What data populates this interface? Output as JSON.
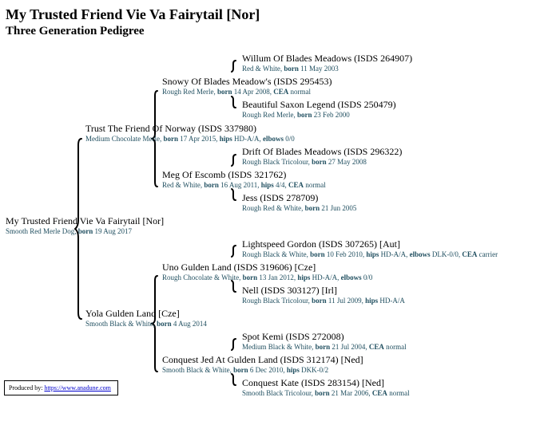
{
  "page": {
    "title": "My Trusted Friend Vie Va Fairytail [Nor]",
    "subtitle": "Three Generation Pedigree"
  },
  "labels": {
    "born": "born",
    "hips": "hips",
    "elbows": "elbows",
    "cea": "CEA"
  },
  "dogs": {
    "subject": {
      "name": "My Trusted Friend Vie Va Fairytail [Nor]",
      "desc": "Smooth Red Merle Dog,",
      "born": "19 Aug 2017"
    },
    "sire": {
      "name": "Trust The Friend Of Norway (ISDS 337980)",
      "desc": "Medium Chocolate Merle,",
      "born": "17 Apr 2015,",
      "hips": "HD-A/A,",
      "elbows": "0/0"
    },
    "sire_sire": {
      "name": "Snowy Of Blades Meadow's (ISDS 295453)",
      "desc": "Rough Red Merle,",
      "born": "14 Apr 2008,",
      "cea": "normal"
    },
    "sss": {
      "name": "Willum Of Blades Meadows (ISDS 264907)",
      "desc": "Red & White,",
      "born": "11 May 2003"
    },
    "ssd": {
      "name": "Beautiful Saxon Legend (ISDS 250479)",
      "desc": "Rough Red Merle,",
      "born": "23 Feb 2000"
    },
    "sire_dam": {
      "name": "Meg Of Escomb (ISDS 321762)",
      "desc": "Red & White,",
      "born": "16 Aug 2011,",
      "hips": "4/4,",
      "cea": "normal"
    },
    "sds": {
      "name": "Drift Of Blades Meadows (ISDS 296322)",
      "desc": "Rough Black Tricolour,",
      "born": "27 May 2008"
    },
    "sdd": {
      "name": "Jess (ISDS 278709)",
      "desc": "Rough Red & White,",
      "born": "21 Jun 2005"
    },
    "dam": {
      "name": "Yola Gulden Land [Cze]",
      "desc": "Smooth Black & White,",
      "born": "4 Aug 2014"
    },
    "dam_sire": {
      "name": "Uno Gulden Land (ISDS 319606) [Cze]",
      "desc": "Rough Chocolate & White,",
      "born": "13 Jan 2012,",
      "hips": "HD-A/A,",
      "elbows": "0/0"
    },
    "dss": {
      "name": "Lightspeed Gordon (ISDS 307265) [Aut]",
      "desc": "Rough Black & White,",
      "born": "10 Feb 2010,",
      "hips": "HD-A/A,",
      "elbows": "DLK-0/0,",
      "cea": "carrier"
    },
    "dsd": {
      "name": "Nell (ISDS 303127) [Irl]",
      "desc": "Rough Black Tricolour,",
      "born": "11 Jul 2009,",
      "hips": "HD-A/A"
    },
    "dam_dam": {
      "name": "Conquest Jed At Gulden Land (ISDS 312174) [Ned]",
      "desc": "Smooth Black & White,",
      "born": "6 Dec 2010,",
      "hips": "DKK-0/2"
    },
    "dds": {
      "name": "Spot Kemi (ISDS 272008)",
      "desc": "Medium Black & White,",
      "born": "21 Jul 2004,",
      "cea": "normal"
    },
    "ddd": {
      "name": "Conquest Kate (ISDS 283154) [Ned]",
      "desc": "Smooth Black Tricolour,",
      "born": "21 Mar 2006,",
      "cea": "normal"
    }
  },
  "footer": {
    "label": "Produced by:",
    "link": "https://www.anadune.com"
  }
}
